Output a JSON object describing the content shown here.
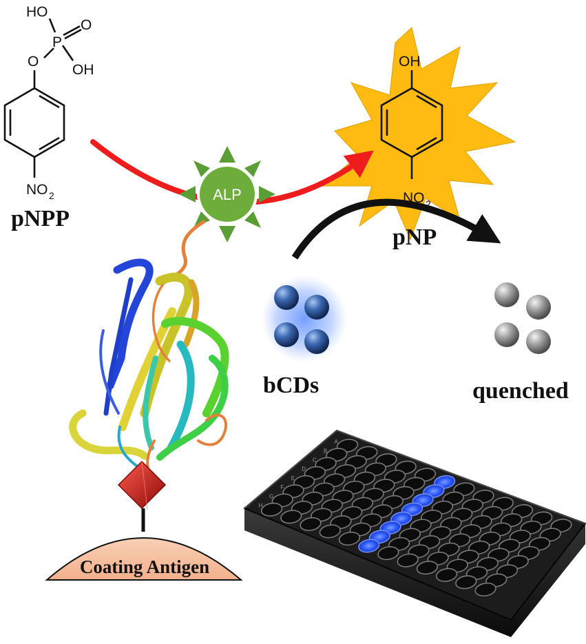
{
  "labels": {
    "pnpp": "pNPP",
    "pnp": "pNP",
    "alp": "ALP",
    "bcds": "bCDs",
    "quenched": "quenched",
    "coating_antigen": "Coating Antigen"
  },
  "chem": {
    "pnpp_ho1": "HO",
    "pnpp_p": "P",
    "pnpp_o_double": "O",
    "pnpp_oh": "OH",
    "pnpp_o_link": "O",
    "pnpp_no2": "NO",
    "pnpp_no2_sub": "2",
    "pnp_oh": "OH",
    "pnp_no2": "NO",
    "pnp_no2_sub": "2"
  },
  "colors": {
    "reaction_arrow": "#ee1c1c",
    "quench_arrow": "#111111",
    "burst": "#ffbb11",
    "enzyme": "#6cad3c",
    "enzyme_spikes": "#5c9e36",
    "antigen_fill": "#f7c3a4",
    "hapten": "#cc1111",
    "glowing_dots": "#2d5fa6",
    "quenched_dots": "#9a9a9a",
    "plate_glow": "#2c59ff"
  },
  "plate": {
    "rows": 8,
    "columns": 12,
    "highlighted_column": 6,
    "row_letters": [
      "A",
      "B",
      "C",
      "D",
      "E",
      "F",
      "G",
      "H"
    ]
  }
}
